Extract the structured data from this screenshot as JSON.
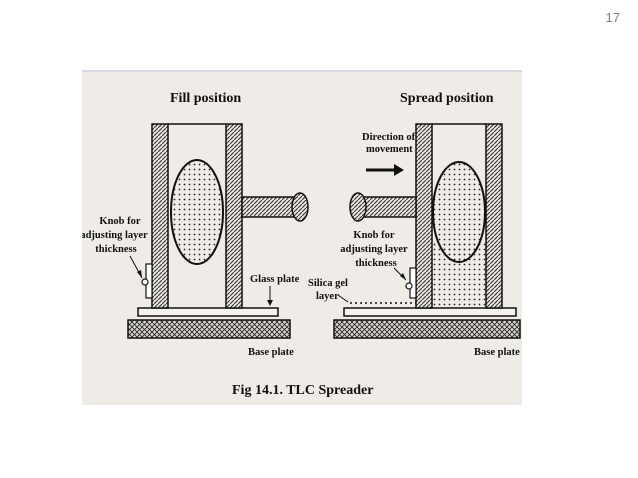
{
  "slide": {
    "number": "17"
  },
  "figure": {
    "fill_title": "Fill position",
    "spread_title": "Spread position",
    "direction_line1": "Direction of",
    "direction_line2": "movement",
    "knob_left_1": "Knob for",
    "knob_left_2": "adjusting layer",
    "knob_left_3": "thickness",
    "knob_right_1": "Knob for",
    "knob_right_2": "adjusting layer",
    "knob_right_3": "thickness",
    "glass_plate": "Glass plate",
    "silica_1": "Silica gel",
    "silica_2": "layer",
    "base_left": "Base plate",
    "base_right": "Base plate",
    "caption": "Fig 14.1. TLC Spreader"
  },
  "colors": {
    "background": "#ffffff",
    "figure_bg": "#efebe6",
    "ink": "#111111",
    "hatch": "#555555"
  }
}
